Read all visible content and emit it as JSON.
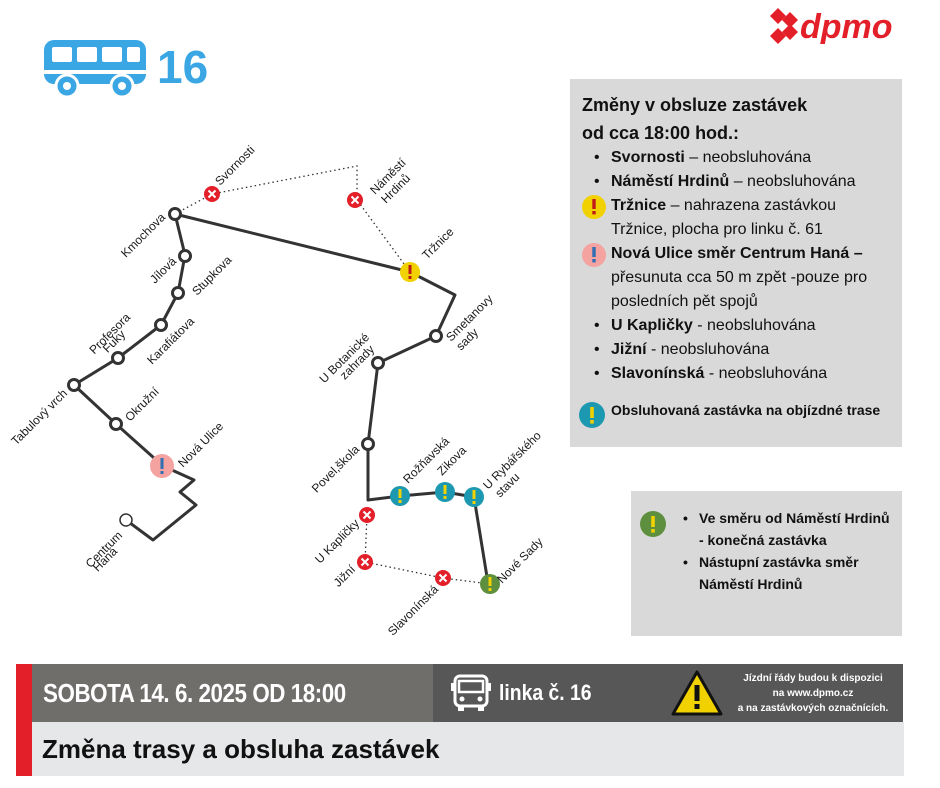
{
  "header": {
    "line_number": "16",
    "logo_text": "dpmo"
  },
  "stops": {
    "svornosti": "Svornosti",
    "namesti_hrdinu_1": "Náměstí",
    "namesti_hrdinu_2": "Hrdinů",
    "kmochova": "Kmochova",
    "jilova": "Jílová",
    "stupkova": "Stupkova",
    "profesora_fuky_1": "Profesora",
    "profesora_fuky_2": "Fuky",
    "karafiatova": "Karafiátova",
    "tabulovy_vrch": "Tabulový vrch",
    "okruzni": "Okružní",
    "nova_ulice": "Nová Ulice",
    "centrum_hana_1": "Centrum",
    "centrum_hana_2": "Haná",
    "trznice": "Tržnice",
    "smetanovy_sady_1": "Smetanovy",
    "smetanovy_sady_2": "sady",
    "u_botanicke_zahrady_1": "U Botanické",
    "u_botanicke_zahrady_2": "zahrady",
    "povel_skola": "Povel,škola",
    "rozhavska": "Rožňavská",
    "zikova": "Zikova",
    "u_rybarskeho_stavu_1": "U Rybářského",
    "u_rybarskeho_stavu_2": "stavu",
    "u_kaplicky": "U Kapličky",
    "jizni": "Jižní",
    "slavoninska": "Slavonínská",
    "nove_sady": "Nové Sady"
  },
  "info": {
    "title_line1": "Změny v obsluze zastávek",
    "title_line2": "od cca 18:00 hod.:",
    "items": [
      {
        "name": "Svornosti",
        "text": " – neobsluhována"
      },
      {
        "name": "Náměstí Hrdinů",
        "text": " – neobsluhována"
      },
      {
        "name": "Tržnice",
        "text": " – nahrazena zastávkou Tržnice, plocha pro linku č. 61"
      },
      {
        "name": "Nová Ulice směr Centrum Haná –",
        "text": " přesunuta cca 50 m zpět -pouze pro posledních pět spojů"
      },
      {
        "name": "U Kapličky",
        "text": " - neobsluhována"
      },
      {
        "name": "Jižní",
        "text": " - neobsluhována"
      },
      {
        "name": "Slavonínská",
        "text": " - neobsluhována"
      }
    ],
    "legend": "Obsluhovaná zastávka na objízdné trase"
  },
  "note": {
    "items": [
      "Ve směru od Náměstí Hrdinů - konečná zastávka",
      "Nástupní zastávka směr Náměstí Hrdinů"
    ]
  },
  "banner": {
    "date": "SOBOTA 14. 6. 2025 OD 18:00",
    "line_label": "linka č. 16",
    "notice_1": "Jízdní řády budou k dispozici",
    "notice_2": "na www.dpmo.cz",
    "notice_3": "a na zastávkových označnících.",
    "title": "Změna trasy a obsluha zastávek"
  },
  "colors": {
    "accent_blue": "#3aa6e4",
    "brand_red": "#e3202a",
    "cancel_red": "#e3202a",
    "yellow": "#f2d100",
    "pink": "#f4a3a0",
    "teal": "#1c99b0",
    "green": "#5d8f3f",
    "panel_gray": "#d9d9d9"
  }
}
